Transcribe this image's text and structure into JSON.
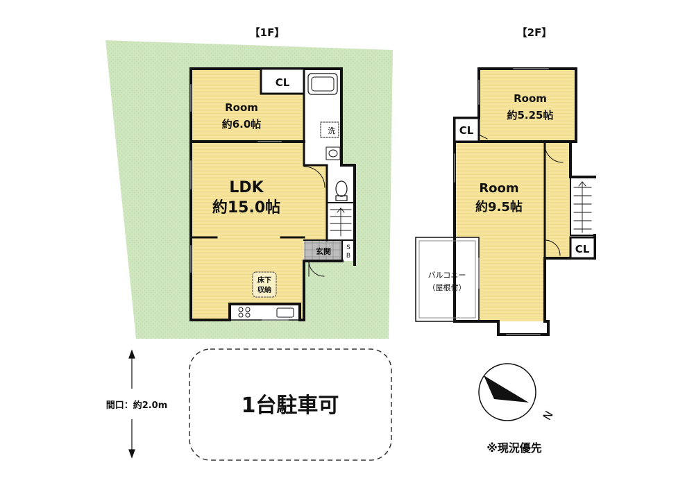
{
  "floors": {
    "first": {
      "label": "【1F】"
    },
    "second": {
      "label": "【2F】"
    }
  },
  "rooms_1f": {
    "room": {
      "name": "Room",
      "size": "約6.0帖"
    },
    "ldk": {
      "name": "LDK",
      "size": "約15.0帖"
    },
    "closet": "CL",
    "laundry": "洗",
    "entrance": "玄関",
    "shoe_box": [
      "S",
      "B"
    ],
    "underfloor_storage": [
      "床下",
      "収納"
    ]
  },
  "rooms_2f": {
    "room_small": {
      "name": "Room",
      "size": "約5.25帖"
    },
    "room_large": {
      "name": "Room",
      "size": "約9.5帖"
    },
    "closet_top": "CL",
    "closet_right": "CL",
    "balcony": [
      "バルコニー",
      "（屋根付）"
    ]
  },
  "parking": {
    "text": "1台駐車可"
  },
  "frontage": {
    "text": "間口：約2.0m"
  },
  "compass": {
    "north": "N"
  },
  "note": "※現況優先",
  "colors": {
    "room_fill": "#f7e49c",
    "yard_fill": "#cfe6bf",
    "wall": "#111111",
    "wet_fill": "#ffffff"
  }
}
